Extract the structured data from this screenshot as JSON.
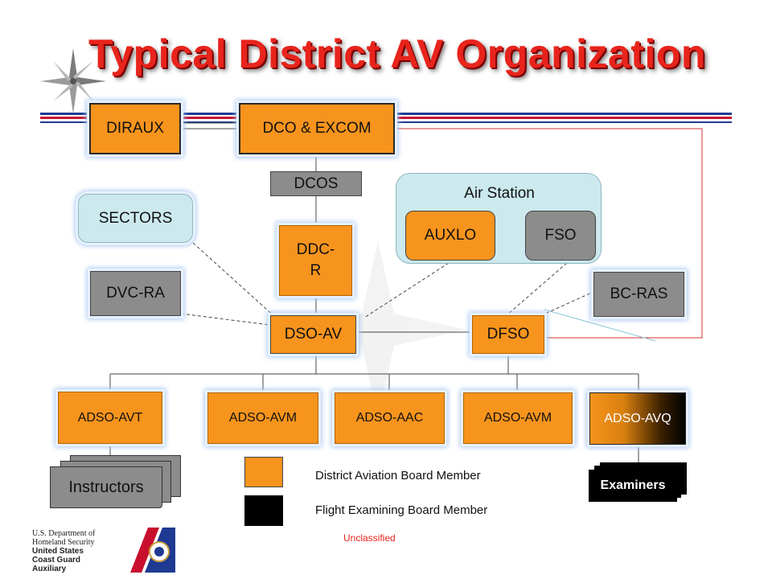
{
  "title": "Typical District AV Organization",
  "nodes": {
    "diraux": "DIRAUX",
    "dco": "DCO & EXCOM",
    "dcos": "DCOS",
    "ddcr": "DDC-\nR",
    "sectors": "SECTORS",
    "air_station": "Air Station",
    "auxlo": "AUXLO",
    "fso": "FSO",
    "dvcra": "DVC-RA",
    "bcras": "BC-RAS",
    "dsoav": "DSO-AV",
    "dfso": "DFSO",
    "adso_avt": "ADSO-AVT",
    "adso_avm_1": "ADSO-AVM",
    "adso_aac": "ADSO-AAC",
    "adso_avm_2": "ADSO-AVM",
    "adso_avq": "ADSO-AVQ",
    "instructors": "Instructors",
    "examiners": "Examiners"
  },
  "legend": {
    "district_board": "District Aviation Board Member",
    "flight_board": "Flight Examining Board Member"
  },
  "footer": {
    "logo_lines": [
      "U.S. Department of",
      "Homeland Security",
      "United States",
      "Coast Guard",
      "Auxiliary"
    ],
    "classification": "Unclassified"
  },
  "colors": {
    "orange": "#f7941d",
    "gray": "#8c8c8c",
    "light_blue": "#cce9ee",
    "title_red": "#e8241c",
    "stripe_red": "#c8102e",
    "stripe_blue": "#1f3a93"
  }
}
